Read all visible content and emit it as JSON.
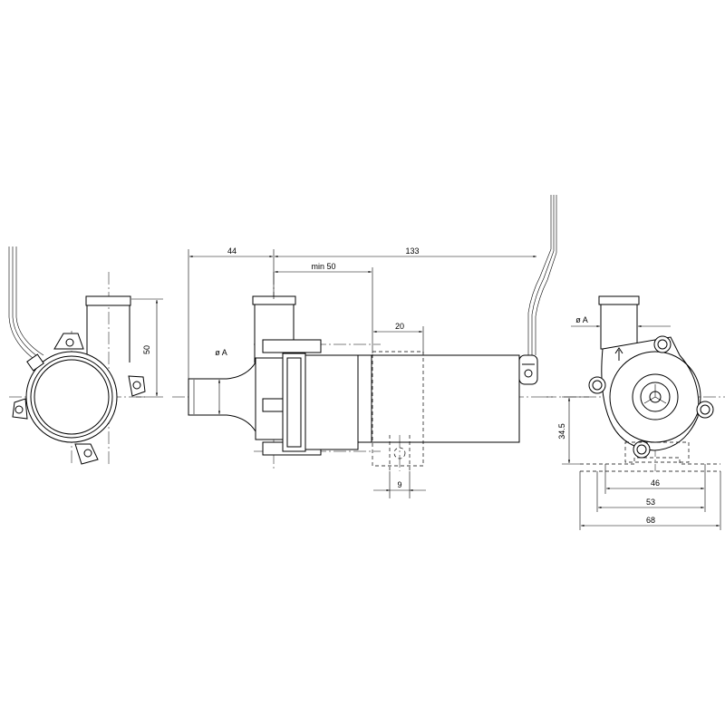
{
  "dimensions": {
    "overall_left": "44",
    "overall_length": "133",
    "min_clearance": "min 50",
    "bracket_width": "20",
    "slot_width": "9",
    "side_height": "50",
    "inlet_diameter_side": "ø A",
    "outlet_diameter_end": "ø A",
    "axis_height": "34.5",
    "hole_spacing_inner": "46",
    "hole_spacing_mid": "53",
    "base_width": "68"
  }
}
